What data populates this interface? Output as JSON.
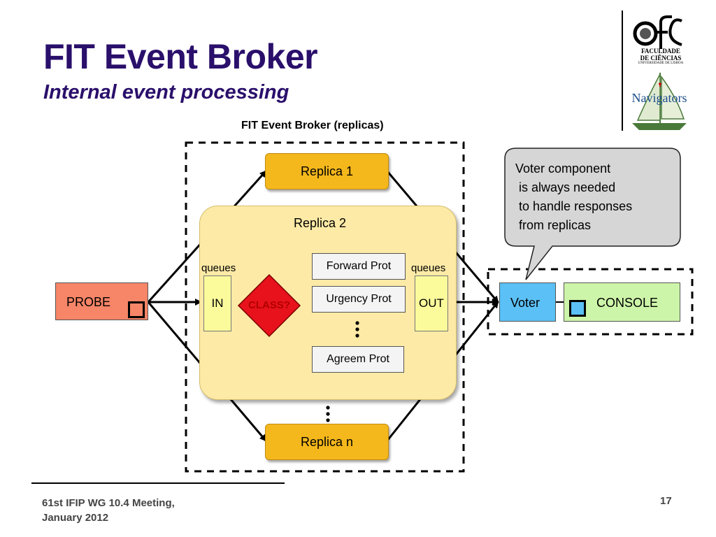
{
  "slide": {
    "title": "FIT Event Broker",
    "subtitle": "Internal event processing"
  },
  "logos": {
    "faculty_name": "FACULDADE\nDE CIÊNCIAS",
    "faculty_university": "UNIVERSIDADE DE LISBOA",
    "navigators": "Navigators"
  },
  "diagram": {
    "broker_caption": "FIT Event Broker (replicas)",
    "replica1": "Replica 1",
    "replica2": "Replica 2",
    "replican": "Replica n",
    "queues_in": "queues",
    "queues_out": "queues",
    "in_queue": "IN",
    "out_queue": "OUT",
    "classifier": "CLASS?",
    "forward_prot": "Forward Prot",
    "urgency_prot": "Urgency Prot",
    "agreem_prot": "Agreem Prot",
    "probe": "PROBE",
    "voter": "Voter",
    "console": "CONSOLE",
    "callout": "Voter component\n is always needed\n to handle responses\n from replicas"
  },
  "colors": {
    "title": "#2a0f6b",
    "replica": "#f5b81c",
    "replica2_panel": "#fdeaa6",
    "queue": "#fbfb9c",
    "classifier": "#e8121c",
    "probe": "#f78567",
    "voter": "#5bc0f5",
    "console": "#cdf5a9",
    "callout": "#d6d6d6"
  },
  "footer": {
    "meeting": "61st IFIP WG 10.4 Meeting,\nJanuary 2012",
    "page_number": "17"
  }
}
